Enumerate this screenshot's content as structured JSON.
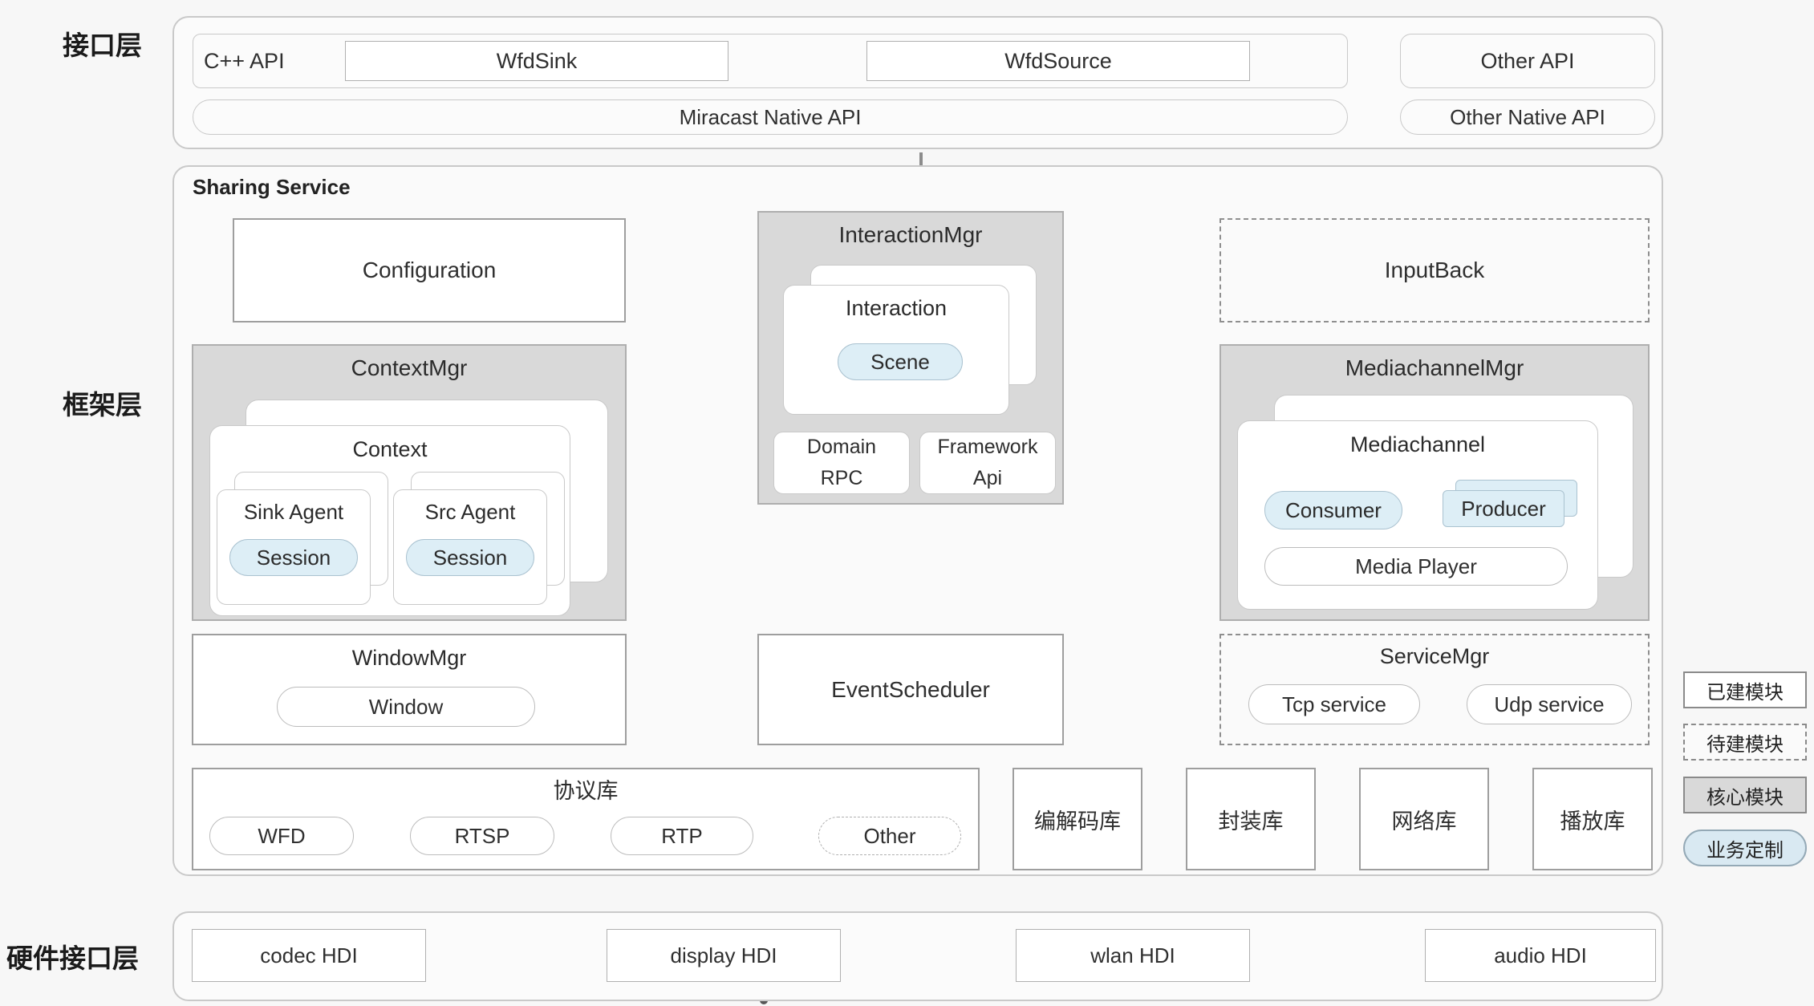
{
  "colors": {
    "core_block": "#d9d9d9",
    "custom_pill": "#ddeef6",
    "connector": "#8c8c8c"
  },
  "interface_layer": {
    "label": "接口层",
    "cpp_api": "C++ API",
    "wfd_sink": "WfdSink",
    "wfd_source": "WfdSource",
    "miracast_native_api": "Miracast Native API",
    "other_api": "Other API",
    "other_native_api": "Other Native API"
  },
  "framework_layer": {
    "label": "框架层",
    "sharing_service_title": "Sharing Service",
    "configuration": "Configuration",
    "interaction_mgr": {
      "title": "InteractionMgr",
      "card": "Interaction",
      "scene": "Scene",
      "domain_rpc": [
        "Domain",
        "RPC"
      ],
      "framework_api": [
        "Framework",
        "Api"
      ]
    },
    "input_back": "InputBack",
    "context_mgr": {
      "title": "ContextMgr",
      "card": "Context",
      "sink_agent": "Sink Agent",
      "sink_session": "Session",
      "src_agent": "Src Agent",
      "src_session": "Session"
    },
    "mediachannel_mgr": {
      "title": "MediachannelMgr",
      "card": "Mediachannel",
      "consumer": "Consumer",
      "producer": "Producer",
      "media_player": "Media Player"
    },
    "window_mgr": {
      "title": "WindowMgr",
      "window": "Window"
    },
    "event_scheduler": "EventScheduler",
    "service_mgr": {
      "title": "ServiceMgr",
      "tcp_service": "Tcp service",
      "udp_service": "Udp service"
    },
    "protocol_lib": {
      "title": "协议库",
      "wfd": "WFD",
      "rtsp": "RTSP",
      "rtp": "RTP",
      "other": "Other"
    },
    "codec_lib": "编解码库",
    "package_lib": "封装库",
    "network_lib": "网络库",
    "player_lib": "播放库"
  },
  "hardware_layer": {
    "label": "硬件接口层",
    "codec_hdi": "codec HDI",
    "display_hdi": "display HDI",
    "wlan_hdi": "wlan HDI",
    "audio_hdi": "audio HDI"
  },
  "legend": {
    "built": "已建模块",
    "planned": "待建模块",
    "core": "核心模块",
    "custom": "业务定制"
  }
}
